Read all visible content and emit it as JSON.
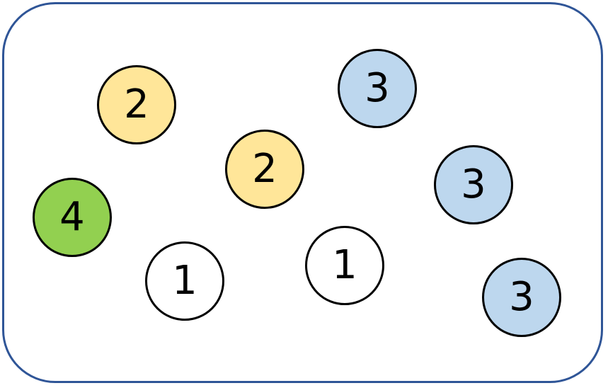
{
  "colors": {
    "frame_border": "#2f5597",
    "white": "#ffffff",
    "yellow": "#ffe699",
    "blue": "#bdd7ee",
    "green": "#92d050"
  },
  "balls": [
    {
      "label": "2",
      "color": "#ffe699"
    },
    {
      "label": "3",
      "color": "#bdd7ee"
    },
    {
      "label": "2",
      "color": "#ffe699"
    },
    {
      "label": "3",
      "color": "#bdd7ee"
    },
    {
      "label": "4",
      "color": "#92d050"
    },
    {
      "label": "1",
      "color": "#ffffff"
    },
    {
      "label": "1",
      "color": "#ffffff"
    },
    {
      "label": "3",
      "color": "#bdd7ee"
    }
  ]
}
